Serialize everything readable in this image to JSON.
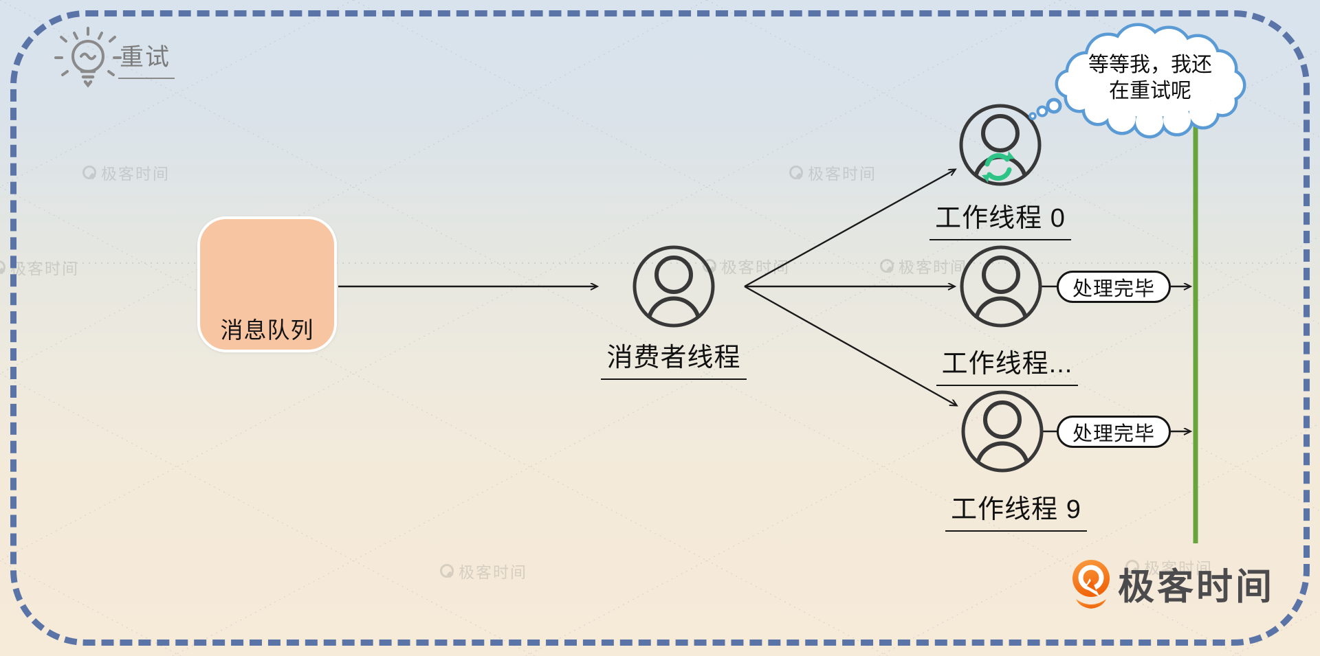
{
  "annotation": {
    "label": "重试"
  },
  "nodes": {
    "message_queue": {
      "label": "消息队列"
    },
    "consumer": {
      "label": "消费者线程"
    },
    "worker_0": {
      "label": "工作线程 0",
      "thought": {
        "line1": "等等我，我还",
        "line2": "在重试呢"
      }
    },
    "worker_mid": {
      "label": "工作线程...",
      "badge": "处理完毕"
    },
    "worker_9": {
      "label": "工作线程 9",
      "badge": "处理完毕"
    }
  },
  "branding": {
    "logo_text": "极客时间",
    "watermark_text": "极客时间"
  },
  "colors": {
    "frame_dash": "#5b74a8",
    "queue_fill": "#f7c5a2",
    "done_line_green": "#68a43c",
    "retry_icon_green": "#2fc487",
    "cloud_stroke": "#5b9bd5",
    "logo_orange": "#f67a1e",
    "ink": "#1a1a1a",
    "muted_gray": "#7b7b7b"
  }
}
